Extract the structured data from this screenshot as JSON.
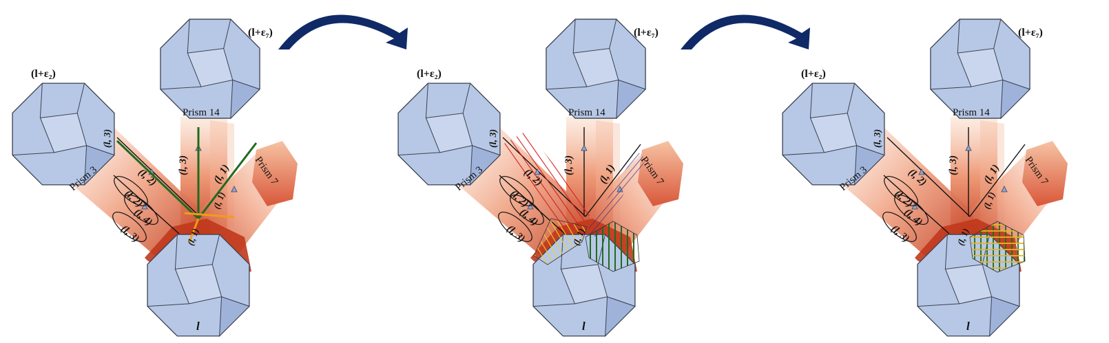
{
  "panels": [
    {
      "id": "left",
      "vertex_top_right": "(l+ε₇)",
      "vertex_top_left": "(l+ε₂)",
      "vertex_bottom": "l",
      "prism_labels": [
        "Prism 14",
        "Prism 3",
        "Prism 7"
      ],
      "edge_labels": [
        "(l, 3)",
        "(l, 1)",
        "(l, 3)",
        "(l, 2)"
      ],
      "loop_labels": [
        "(l, 2)",
        "(l, 4)",
        "(l, 3)"
      ],
      "small_labels": [
        "(l, 1)",
        "(l, 1)"
      ]
    },
    {
      "id": "middle",
      "vertex_top_right": "(l+ε₇)",
      "vertex_top_left": "(l+ε₂)",
      "vertex_bottom": "l",
      "prism_labels": [
        "Prism 14",
        "Prism 3",
        "Prism 7"
      ],
      "edge_labels": [
        "(l, 3)",
        "(l, 1)",
        "(l, 3)",
        "(l, 2)"
      ],
      "loop_labels": [
        "(l, 2)",
        "(l, 4)",
        "(l, 3)"
      ],
      "small_labels": [
        "(l, 1)"
      ]
    },
    {
      "id": "right",
      "vertex_top_right": "(l+ε₇)",
      "vertex_top_left": "(l+ε₂)",
      "vertex_bottom": "l",
      "prism_labels": [
        "Prism 14",
        "Prism 3",
        "Prism 7"
      ],
      "edge_labels": [
        "(l, 3)",
        "(l, 1)",
        "(l, 3)",
        "(l, 2)"
      ],
      "loop_labels": [
        "(l, 2)",
        "(l, 4)",
        "(l, 3)"
      ],
      "small_labels": [
        "(l, 1)",
        "(l, 1)"
      ]
    }
  ],
  "colors": {
    "polyhedron_fill": "#b7c8e6",
    "polyhedron_stroke": "#3a4150",
    "prism_dark": "#c0391c",
    "prism_light": "#f6c9a9",
    "arrow": "#0f2a66",
    "green_path": "#1f6b1f",
    "orange_path": "#f39a1a",
    "red_hatch": "#d42020",
    "purple_hatch": "#3b2a7a"
  }
}
